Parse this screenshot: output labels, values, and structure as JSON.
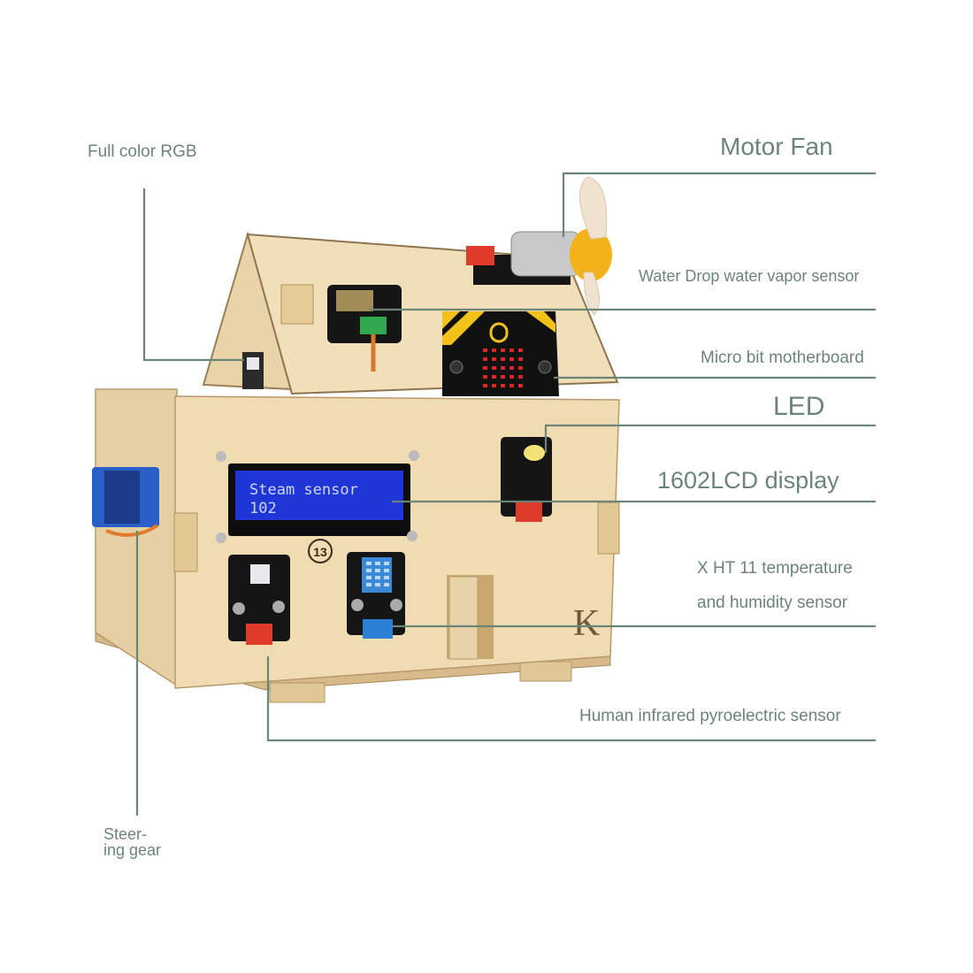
{
  "labels": {
    "full_color_rgb": "Full color RGB",
    "motor_fan": "Motor Fan",
    "water_drop": "Water Drop water vapor sensor",
    "microbit": "Micro bit motherboard",
    "led": "LED",
    "lcd_display": "1602LCD display",
    "dht_line1": "X HT 11 temperature",
    "dht_line2": "and humidity sensor",
    "pir": "Human infrared pyroelectric sensor",
    "steering_line1": "Steer-",
    "steering_line2": "ing gear"
  },
  "lcd": {
    "line1": "Steam sensor",
    "line2": "102"
  },
  "board_number": "13",
  "door_letter": "K",
  "colors": {
    "callout_line": "#6b8577",
    "wood": "#e8d3a8",
    "wood_dark": "#cfb27c",
    "lcd_bg": "#1f35d6",
    "pcb": "#111111",
    "connector_red": "#e03a2a",
    "connector_green": "#2fa84f",
    "connector_blue": "#2d7fd6",
    "fan_yellow": "#f3b21a",
    "servo_blue": "#2a5ec9"
  }
}
